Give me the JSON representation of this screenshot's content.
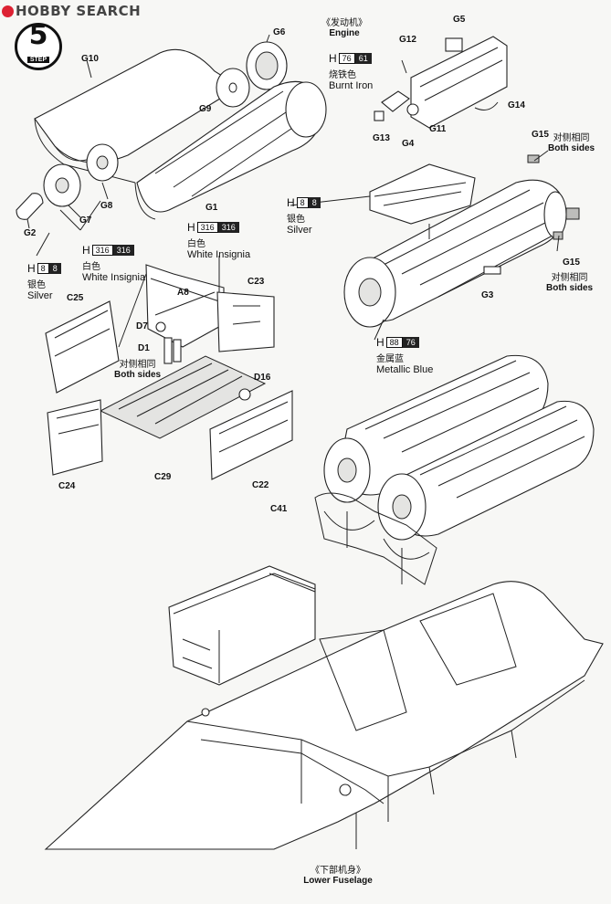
{
  "site": {
    "name": "HOBBY SEARCH"
  },
  "step": {
    "number": "5",
    "label": "STEP"
  },
  "engine": {
    "cn": "《发动机》",
    "en": "Engine"
  },
  "lower_fuselage": {
    "cn": "《下部机身》",
    "en": "Lower Fuselage"
  },
  "colors": {
    "burnt_iron": {
      "h": "H",
      "code": "76",
      "alt": "61",
      "cn": "烧铁色",
      "en": "Burnt Iron"
    },
    "silver_right": {
      "h": "H",
      "code": "8",
      "alt": "8",
      "cn": "银色",
      "en": "Silver"
    },
    "silver_left": {
      "h": "H",
      "code": "8",
      "alt": "8",
      "cn": "银色",
      "en": "Silver"
    },
    "white_a8": {
      "h": "H",
      "code": "316",
      "alt": "316",
      "cn": "白色",
      "en": "White Insignia"
    },
    "white_c25": {
      "h": "H",
      "code": "316",
      "alt": "316",
      "cn": "白色",
      "en": "White Insignia"
    },
    "metallic_blue": {
      "h": "H",
      "code": "88",
      "alt": "76",
      "cn": "金属蓝",
      "en": "Metallic Blue"
    }
  },
  "notes": {
    "both_sides_g15_top": {
      "cn": "对侧相同",
      "en": "Both sides"
    },
    "both_sides_g15_bottom": {
      "cn": "对侧相同",
      "en": "Both sides"
    },
    "both_sides_d1": {
      "cn": "对侧相同",
      "en": "Both sides"
    }
  },
  "parts": {
    "g6": "G6",
    "g10": "G10",
    "g9": "G9",
    "g1": "G1",
    "g8": "G8",
    "g7": "G7",
    "g2": "G2",
    "g5": "G5",
    "g12": "G12",
    "g14": "G14",
    "g13": "G13",
    "g4": "G4",
    "g11": "G11",
    "g15_top": "G15",
    "g15_bottom": "G15",
    "g3": "G3",
    "a8": "A8",
    "c23": "C23",
    "c25": "C25",
    "d7": "D7",
    "d1": "D1",
    "d16": "D16",
    "c24": "C24",
    "c29": "C29",
    "c22": "C22",
    "c41": "C41"
  }
}
